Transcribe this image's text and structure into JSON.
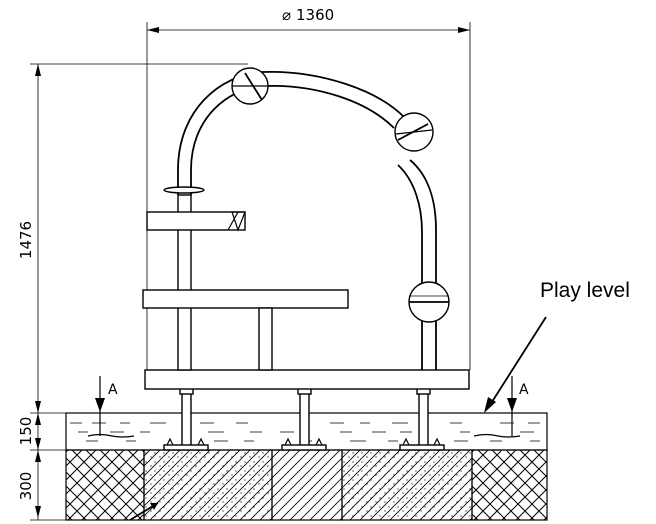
{
  "dimensions": {
    "width": "1360",
    "width_symbol": "⌀",
    "height": "1476",
    "surface_thickness": "150",
    "foundation_thickness": "300"
  },
  "labels": {
    "play_level": "Play level",
    "section_left": "A",
    "section_right": "A"
  }
}
